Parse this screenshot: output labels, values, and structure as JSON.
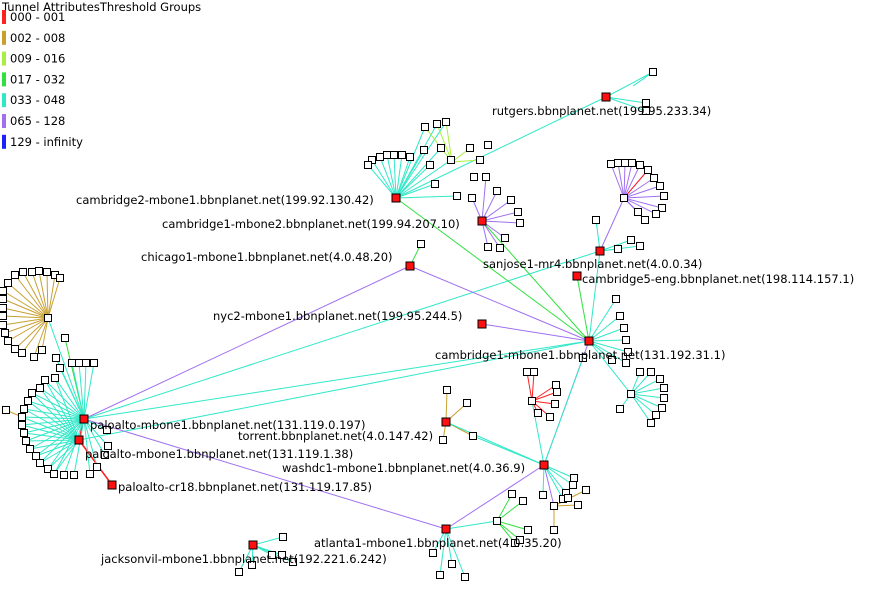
{
  "legend": {
    "title": "Tunnel AttributesThreshold Groups",
    "items": [
      {
        "label": "000 - 001",
        "color": "#ff2020"
      },
      {
        "label": "002 - 008",
        "color": "#c8a030"
      },
      {
        "label": "009 - 016",
        "color": "#a8f040"
      },
      {
        "label": "017 - 032",
        "color": "#30e040"
      },
      {
        "label": "033 - 048",
        "color": "#30e8c8"
      },
      {
        "label": "065 - 128",
        "color": "#a070f0"
      },
      {
        "label": "129 - infinity",
        "color": "#2020ff"
      }
    ]
  },
  "nodes": [
    {
      "id": "rutgers",
      "label": "rutgers.bbnplanet.net(199.95.233.34)"
    },
    {
      "id": "cambridge2",
      "label": "cambridge2-mbone1.bbnplanet.net(199.92.130.42)"
    },
    {
      "id": "cambridge1m2",
      "label": "cambridge1-mbone2.bbnplanet.net(199.94.207.10)"
    },
    {
      "id": "chicago",
      "label": "chicago1-mbone1.bbnplanet.net(4.0.48.20)"
    },
    {
      "id": "sanjose",
      "label": "sanjose1-mr4.bbnplanet.net(4.0.0.34)"
    },
    {
      "id": "cambridge5",
      "label": "cambridge5-eng.bbnplanet.net(198.114.157.1)"
    },
    {
      "id": "nyc2",
      "label": "nyc2-mbone1.bbnplanet.net(199.95.244.5)"
    },
    {
      "id": "cambridge1m1",
      "label": "cambridge1-mbone1.bbnplanet.net(131.192.31.1)"
    },
    {
      "id": "paloalto197",
      "label": "paloalto-mbone1.bbnplanet.net(131.119.0.197)"
    },
    {
      "id": "torrent",
      "label": "torrent.bbnplanet.net(4.0.147.42)"
    },
    {
      "id": "paloalto138",
      "label": "paloalto-mbone1.bbnplanet.net(131.119.1.38)"
    },
    {
      "id": "washdc",
      "label": "washdc1-mbone1.bbnplanet.net(4.0.36.9)"
    },
    {
      "id": "paloaltocr",
      "label": "paloalto-cr18.bbnplanet.net(131.119.17.85)"
    },
    {
      "id": "atlanta",
      "label": "atlanta1-mbone1.bbnplanet.net(4.0.35.20)"
    },
    {
      "id": "jacksonvil",
      "label": "jacksonvil-mbone1.bbnplanet.net(192.221.6.242)"
    }
  ]
}
